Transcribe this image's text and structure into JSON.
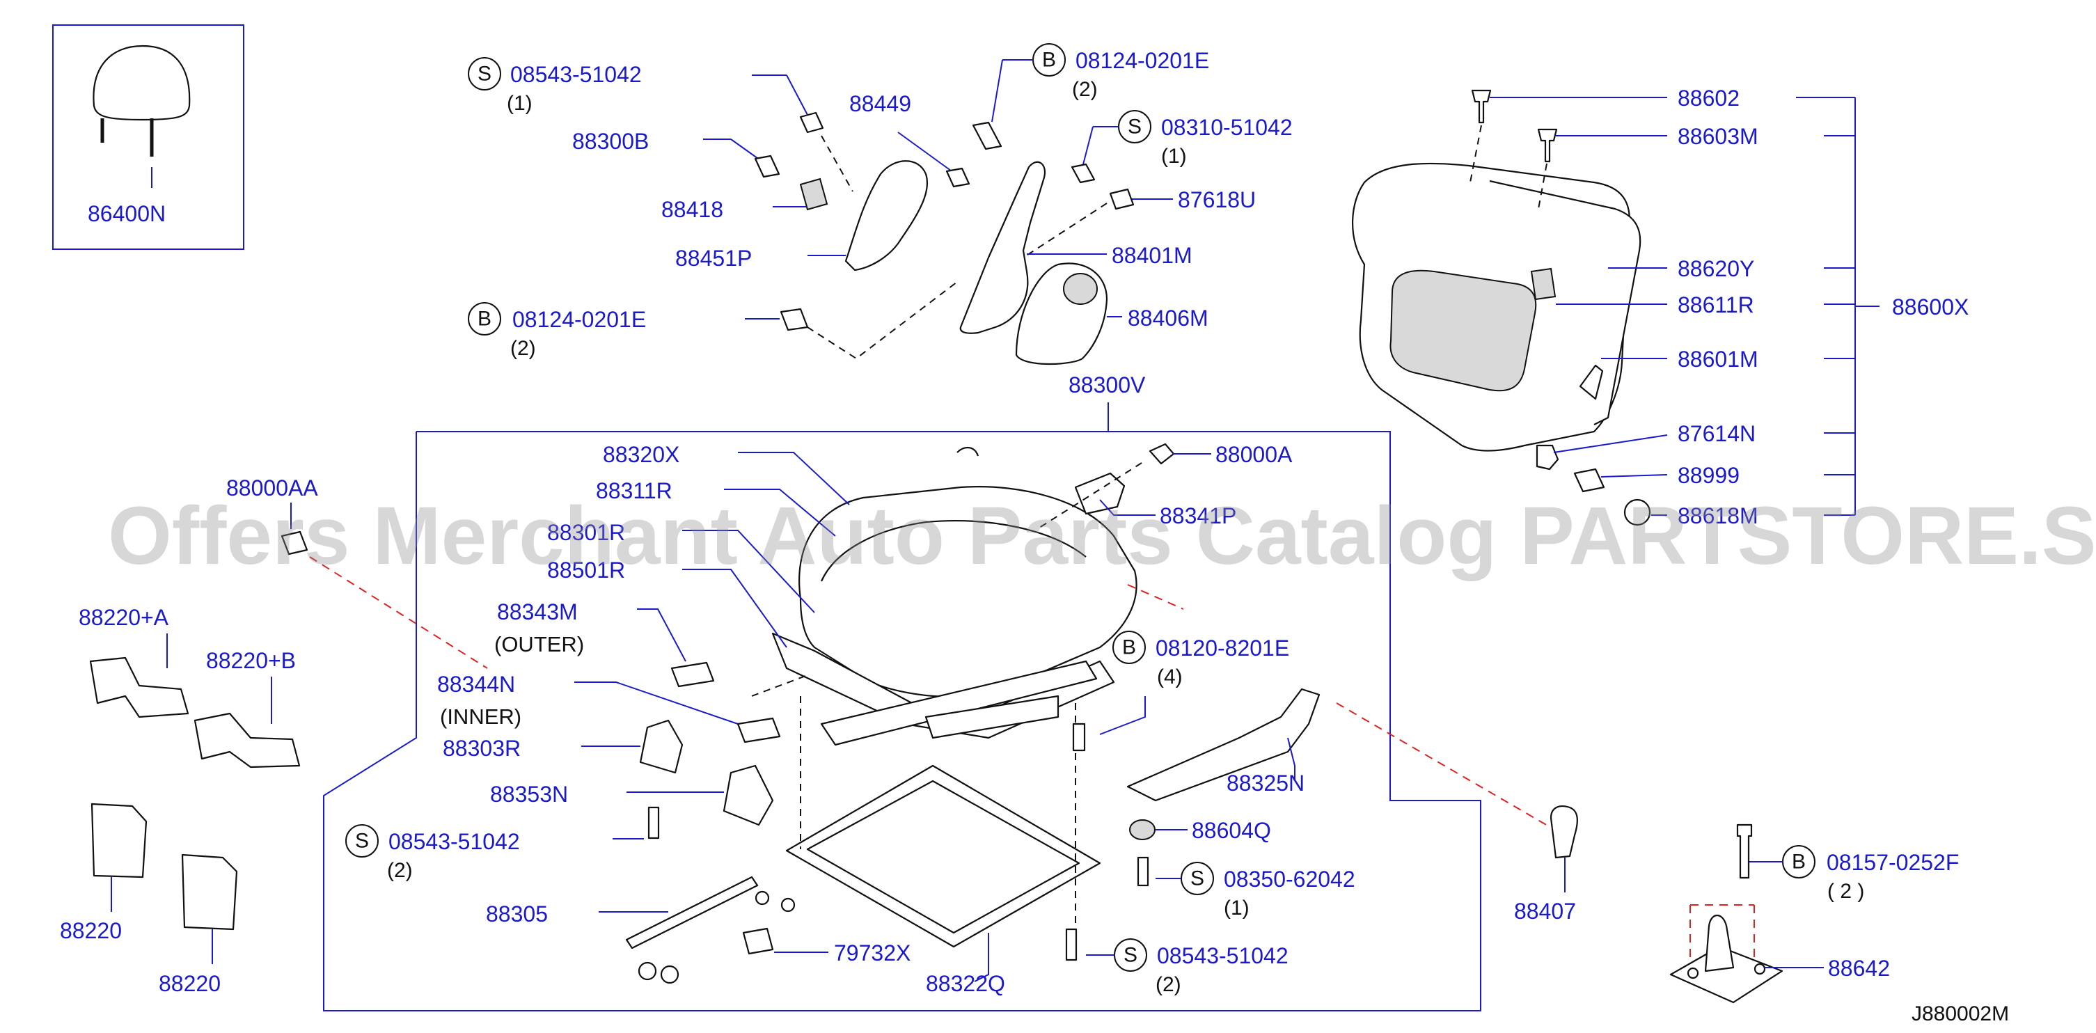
{
  "watermark": "Offers Merchant Auto Parts Catalog PARTSTORE.SA",
  "diagram_code": "J880002M",
  "labels": {
    "p86400N": "86400N",
    "p88300B": "88300B",
    "p88418": "88418",
    "p88451P": "88451P",
    "p88449": "88449",
    "p87618U": "87618U",
    "p88401M": "88401M",
    "p88406M": "88406M",
    "p88300V": "88300V",
    "p88320X": "88320X",
    "p88311R": "88311R",
    "p88301R": "88301R",
    "p88501R": "88501R",
    "p88343M": "88343M",
    "p88343M_note": "(OUTER)",
    "p88344N": "88344N",
    "p88344N_note": "(INNER)",
    "p88303R": "88303R",
    "p88353N": "88353N",
    "p88305": "88305",
    "p79732X": "79732X",
    "p88322Q": "88322Q",
    "p88000A": "88000A",
    "p88341P": "88341P",
    "p88325N": "88325N",
    "p88604Q": "88604Q",
    "p88000AA": "88000AA",
    "p88220A": "88220+A",
    "p88220B": "88220+B",
    "p88220_1": "88220",
    "p88220_2": "88220",
    "p88602": "88602",
    "p88603M": "88603M",
    "p88620Y": "88620Y",
    "p88611R": "88611R",
    "p88600X": "88600X",
    "p88601M": "88601M",
    "p87614N": "87614N",
    "p88999": "88999",
    "p88618M": "88618M",
    "p88407": "88407",
    "p88642": "88642"
  },
  "fasteners": {
    "f1": {
      "letter": "S",
      "part": "08543-51042",
      "qty": "(1)"
    },
    "f2": {
      "letter": "B",
      "part": "08124-0201E",
      "qty": "(2)"
    },
    "f3": {
      "letter": "S",
      "part": "08310-51042",
      "qty": "(1)"
    },
    "f4": {
      "letter": "B",
      "part": "08124-0201E",
      "qty": "(2)"
    },
    "f5": {
      "letter": "B",
      "part": "08120-8201E",
      "qty": "(4)"
    },
    "f6": {
      "letter": "S",
      "part": "08543-51042",
      "qty": "(2)"
    },
    "f7": {
      "letter": "S",
      "part": "08350-62042",
      "qty": "(1)"
    },
    "f8": {
      "letter": "S",
      "part": "08543-51042",
      "qty": "(2)"
    },
    "f9": {
      "letter": "B",
      "part": "08157-0252F",
      "qty": "( 2 )"
    }
  }
}
